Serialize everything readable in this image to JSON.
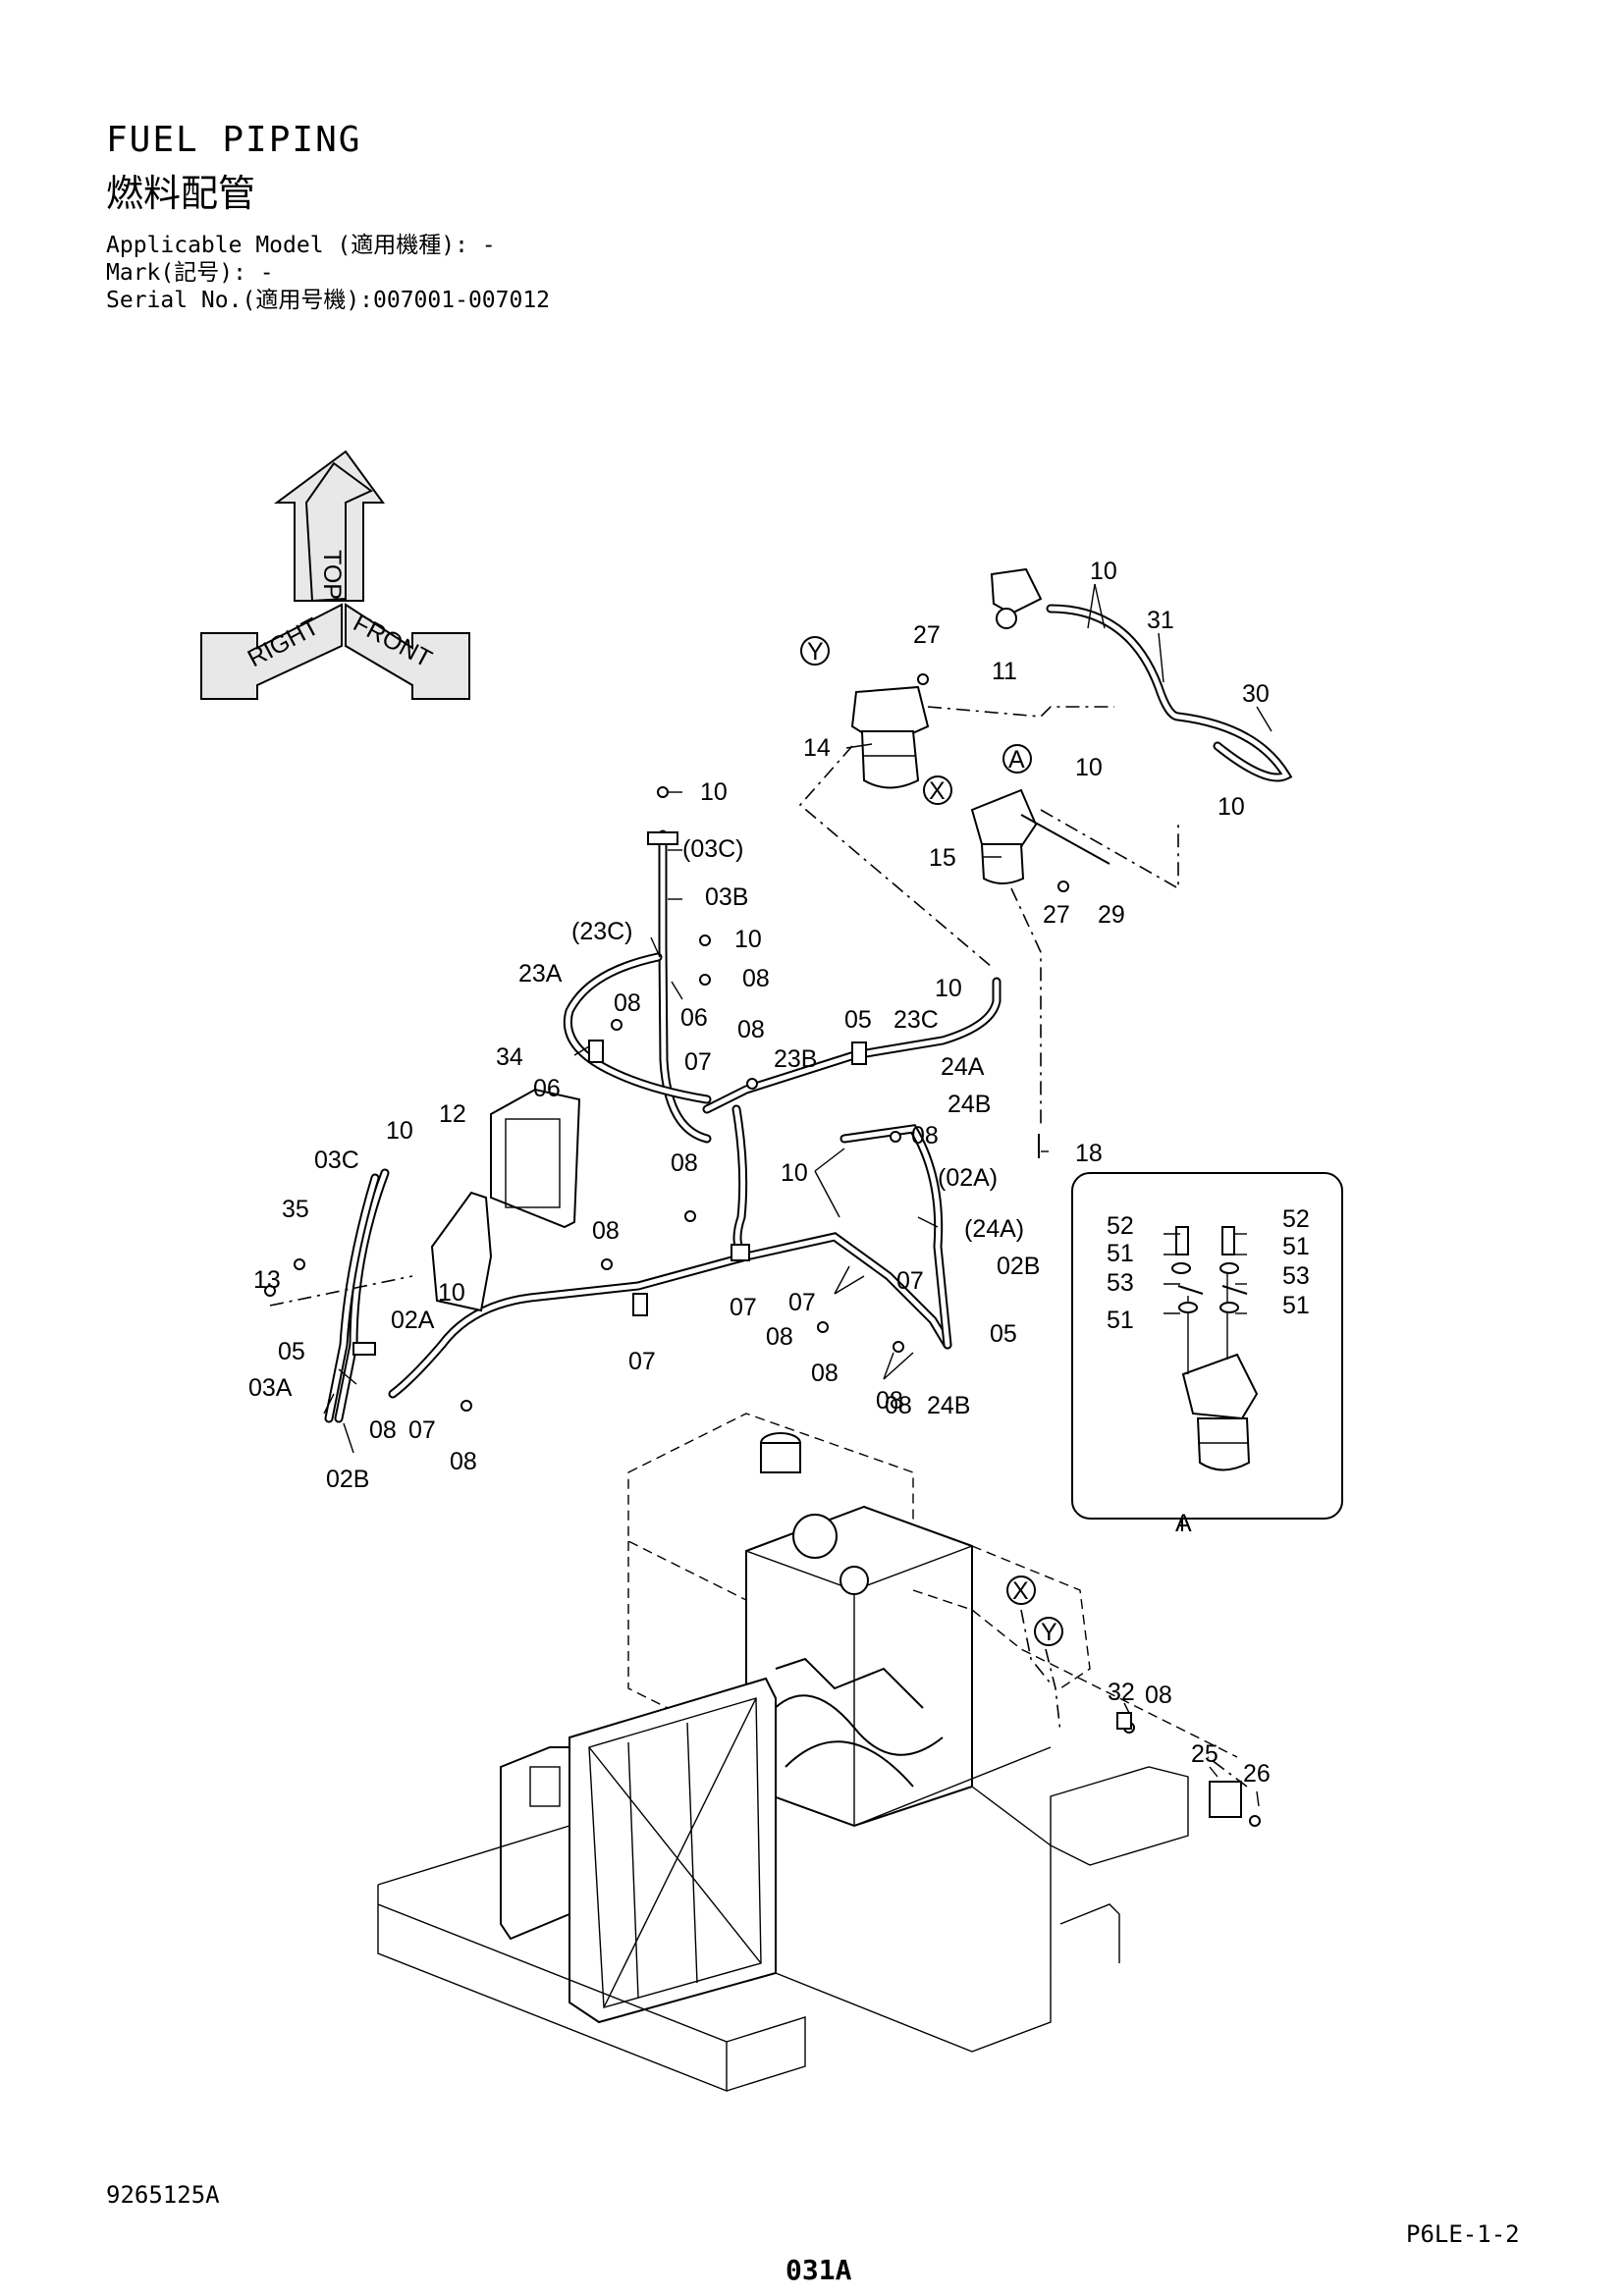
{
  "header": {
    "title_en": "FUEL PIPING",
    "title_ja": "燃料配管",
    "applicable_model": "Applicable Model (適用機種): -",
    "mark": "Mark(記号): -",
    "serial": "Serial No.(適用号機):007001-007012"
  },
  "orientation": {
    "top": "TOP",
    "right": "RIGHT",
    "front": "FRONT"
  },
  "callouts": {
    "view_a": "A",
    "view_x": "X",
    "view_y": "Y",
    "detail_caption": "A"
  },
  "labels": [
    "10",
    "31",
    "27",
    "11",
    "30",
    "14",
    "10",
    "10",
    "10",
    "(03C)",
    "03B",
    "15",
    "27",
    "29",
    "(23C)",
    "10",
    "23A",
    "08",
    "10",
    "08",
    "06",
    "08",
    "05",
    "23C",
    "34",
    "06",
    "07",
    "23B",
    "24A",
    "24B",
    "08",
    "12",
    "10",
    "03C",
    "18",
    "08",
    "10",
    "(02A)",
    "35",
    "08",
    "(24A)",
    "13",
    "10",
    "07",
    "02B",
    "02A",
    "07",
    "07",
    "08",
    "05",
    "08",
    "05",
    "07",
    "08",
    "03A",
    "08",
    "07",
    "08",
    "24B",
    "08",
    "02B",
    "52",
    "52",
    "51",
    "51",
    "53",
    "53",
    "51",
    "51",
    "32",
    "08",
    "25",
    "26"
  ],
  "footer": {
    "doc_number": "9265125A",
    "page_code": "P6LE-1-2",
    "page_number": "031A"
  }
}
